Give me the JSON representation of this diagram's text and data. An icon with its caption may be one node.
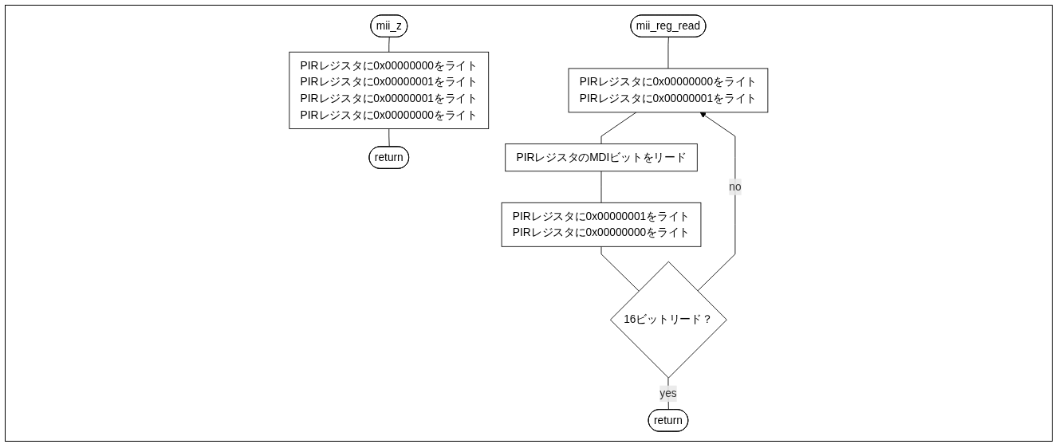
{
  "diagram": {
    "nodes": [
      {
        "text": [
          "mii_z"
        ]
      },
      {
        "text": [
          "PIRレジスタに0x00000000をライト",
          "PIRレジスタに0x00000001をライト",
          "PIRレジスタに0x00000001をライト",
          "PIRレジスタに0x00000000をライト"
        ]
      },
      {
        "text": [
          "return"
        ]
      },
      {
        "text": [
          "mii_reg_read"
        ]
      },
      {
        "text": [
          "PIRレジスタに0x00000000をライト",
          "PIRレジスタに0x00000001をライト"
        ]
      },
      {
        "text": [
          "PIRレジスタのMDIビットをリード"
        ]
      },
      {
        "text": [
          "PIRレジスタに0x00000001をライト",
          "PIRレジスタに0x00000000をライト"
        ]
      },
      {
        "text": [
          "16ビットリード？"
        ]
      },
      {
        "text": [
          "return"
        ]
      }
    ],
    "edges": [
      {
        "from": 0,
        "to": 1,
        "arrow": "none"
      },
      {
        "from": 1,
        "to": 2,
        "arrow": "none"
      },
      {
        "from": 3,
        "to": 4,
        "arrow": "none"
      },
      {
        "from": 4,
        "to": 5,
        "arrow": "none"
      },
      {
        "from": 5,
        "to": 6,
        "arrow": "none"
      },
      {
        "from": 6,
        "to": 7,
        "arrow": "none"
      },
      {
        "from": 7,
        "to": 4,
        "arrow": "to",
        "label": "no"
      },
      {
        "from": 7,
        "to": 8,
        "arrow": "none",
        "label": "yes"
      }
    ]
  }
}
